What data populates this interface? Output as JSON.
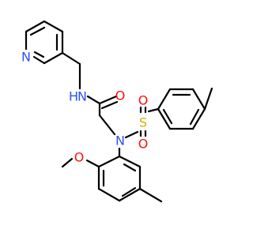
{
  "molecule": {
    "atoms": {
      "pyridine_n": {
        "symbol": "N",
        "color": "#3050f8"
      },
      "amide_n": {
        "symbol": "N",
        "color": "#3050f8"
      },
      "amide_h": {
        "symbol": "H",
        "color": "#3050f8"
      },
      "amide_o": {
        "symbol": "O",
        "color": "#ff0d0d"
      },
      "sulfonamide_n": {
        "symbol": "N",
        "color": "#3050f8"
      },
      "sulfur": {
        "symbol": "S",
        "color": "#c8b400"
      },
      "sulfonyl_o1": {
        "symbol": "O",
        "color": "#ff0d0d"
      },
      "sulfonyl_o2": {
        "symbol": "O",
        "color": "#ff0d0d"
      },
      "methoxy_o": {
        "symbol": "O",
        "color": "#ff0d0d"
      }
    }
  }
}
